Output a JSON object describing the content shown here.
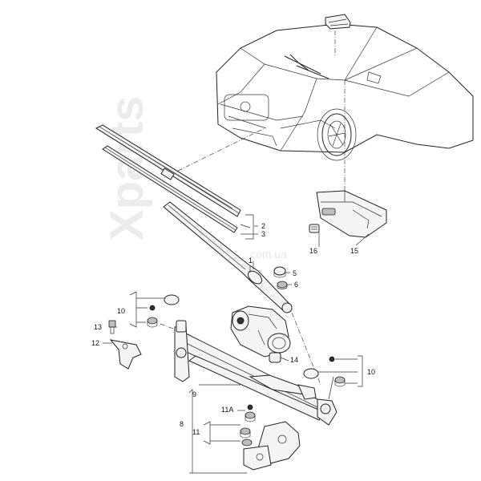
{
  "watermark": {
    "main": "Xparts",
    "sub": "com.ua"
  },
  "callouts": {
    "c1": "1",
    "c2": "2",
    "c3": "3",
    "c5": "5",
    "c6": "6",
    "c8": "8",
    "c9": "9",
    "c10a": "10",
    "c10b": "10",
    "c11": "11",
    "c11a": "11A",
    "c12": "12",
    "c13": "13",
    "c14": "14",
    "c15": "15",
    "c16": "16"
  },
  "colors": {
    "line": "#222222",
    "part_fill": "#f4f4f4",
    "dark_fill": "#333333"
  }
}
